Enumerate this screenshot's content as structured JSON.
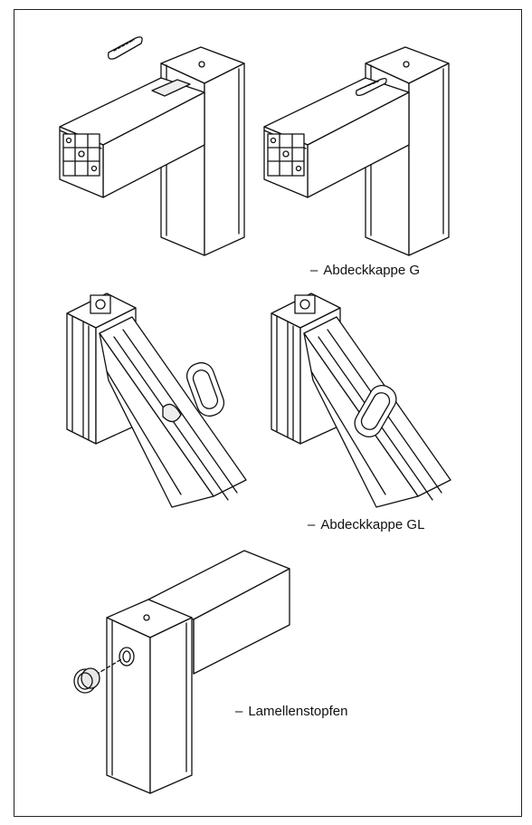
{
  "captions": {
    "cap_g": "Abdeckkappe G",
    "cap_gl": "Abdeckkappe GL",
    "cap_lam": "Lamellenstopfen",
    "dash": "–"
  },
  "colors": {
    "line": "#111111",
    "fill": "#ffffff",
    "shade": "#e8e8e8"
  }
}
